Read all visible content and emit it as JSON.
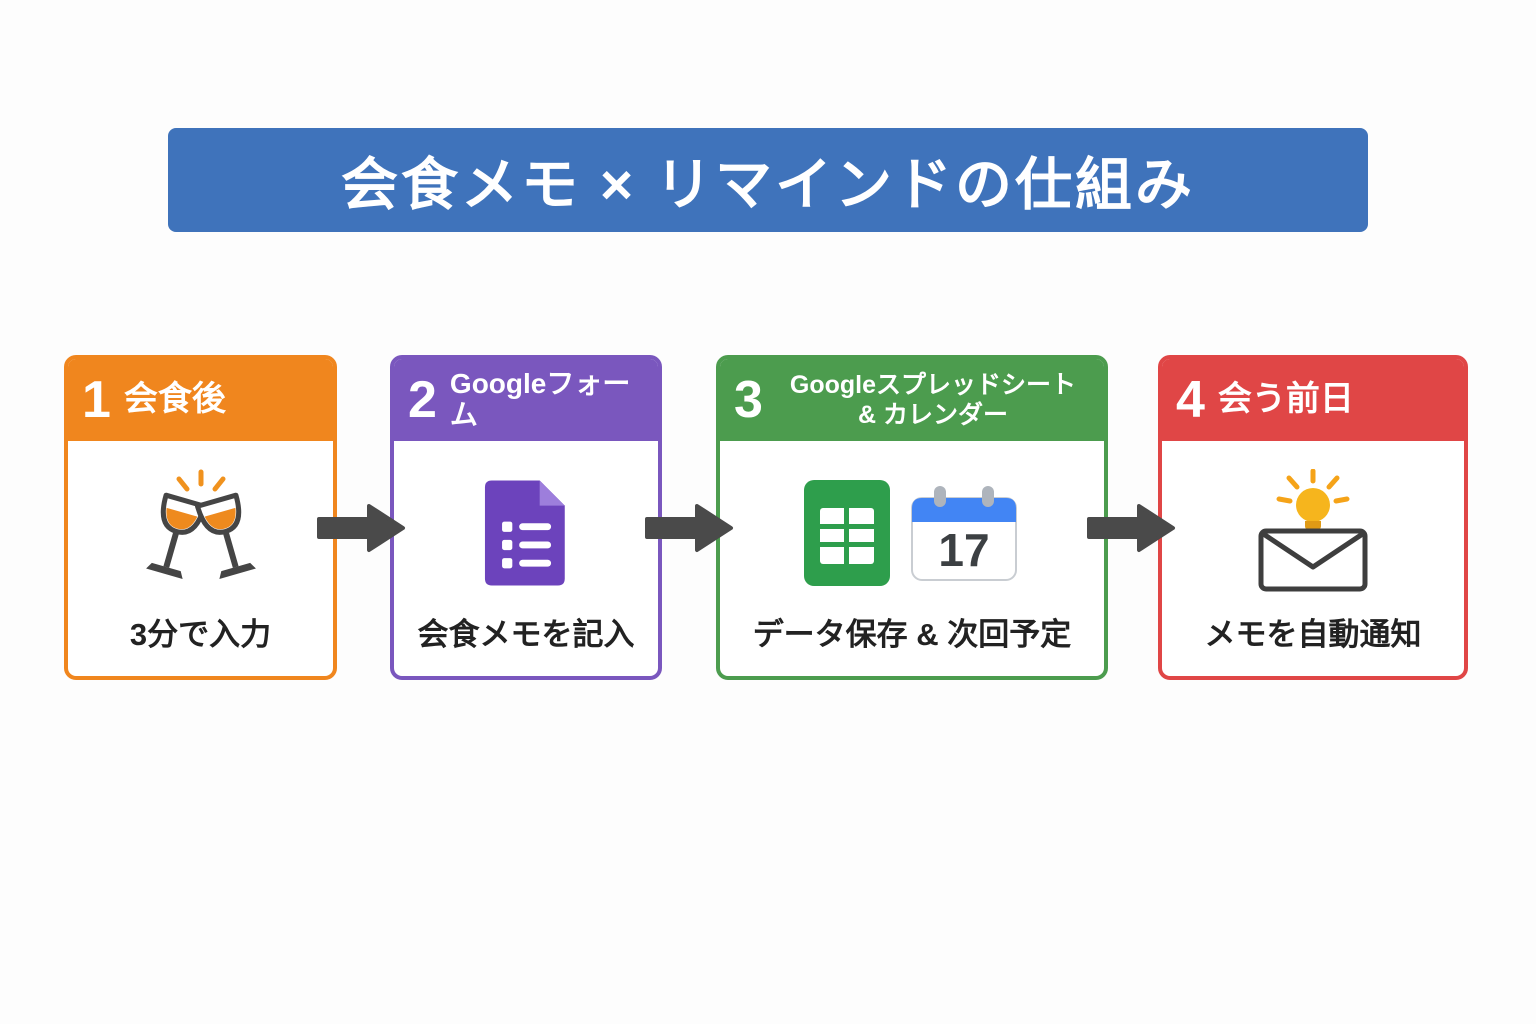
{
  "title": {
    "text": "会食メモ × リマインドの仕組み",
    "bg_color": "#3f73bb"
  },
  "steps": [
    {
      "number": "1",
      "header": "会食後",
      "caption": "3分で入力",
      "color": "#f0861e",
      "icon": "wine-glasses-icon"
    },
    {
      "number": "2",
      "header": "Googleフォーム",
      "caption": "会食メモを記入",
      "color": "#7a57be",
      "icon": "google-forms-icon"
    },
    {
      "number": "3",
      "header": "Googleスプレッドシート",
      "header_line2": "& カレンダー",
      "caption": "データ保存 & 次回予定",
      "color": "#4c9c4e",
      "icon": "sheets-calendar-icon",
      "calendar_day": "17"
    },
    {
      "number": "4",
      "header": "会う前日",
      "caption": "メモを自動通知",
      "color": "#e04646",
      "icon": "mail-notification-icon"
    }
  ],
  "arrow_color": "#4a4a4a",
  "icon_colors": {
    "forms_purple": "#6c43bc",
    "forms_fold_purple": "#9d7edc",
    "sheets_green": "#2e9e4c",
    "calendar_blue": "#4285f4",
    "bulb_yellow": "#f6b51d",
    "wine_orange": "#ee8a1e",
    "outline_gray": "#454545"
  }
}
